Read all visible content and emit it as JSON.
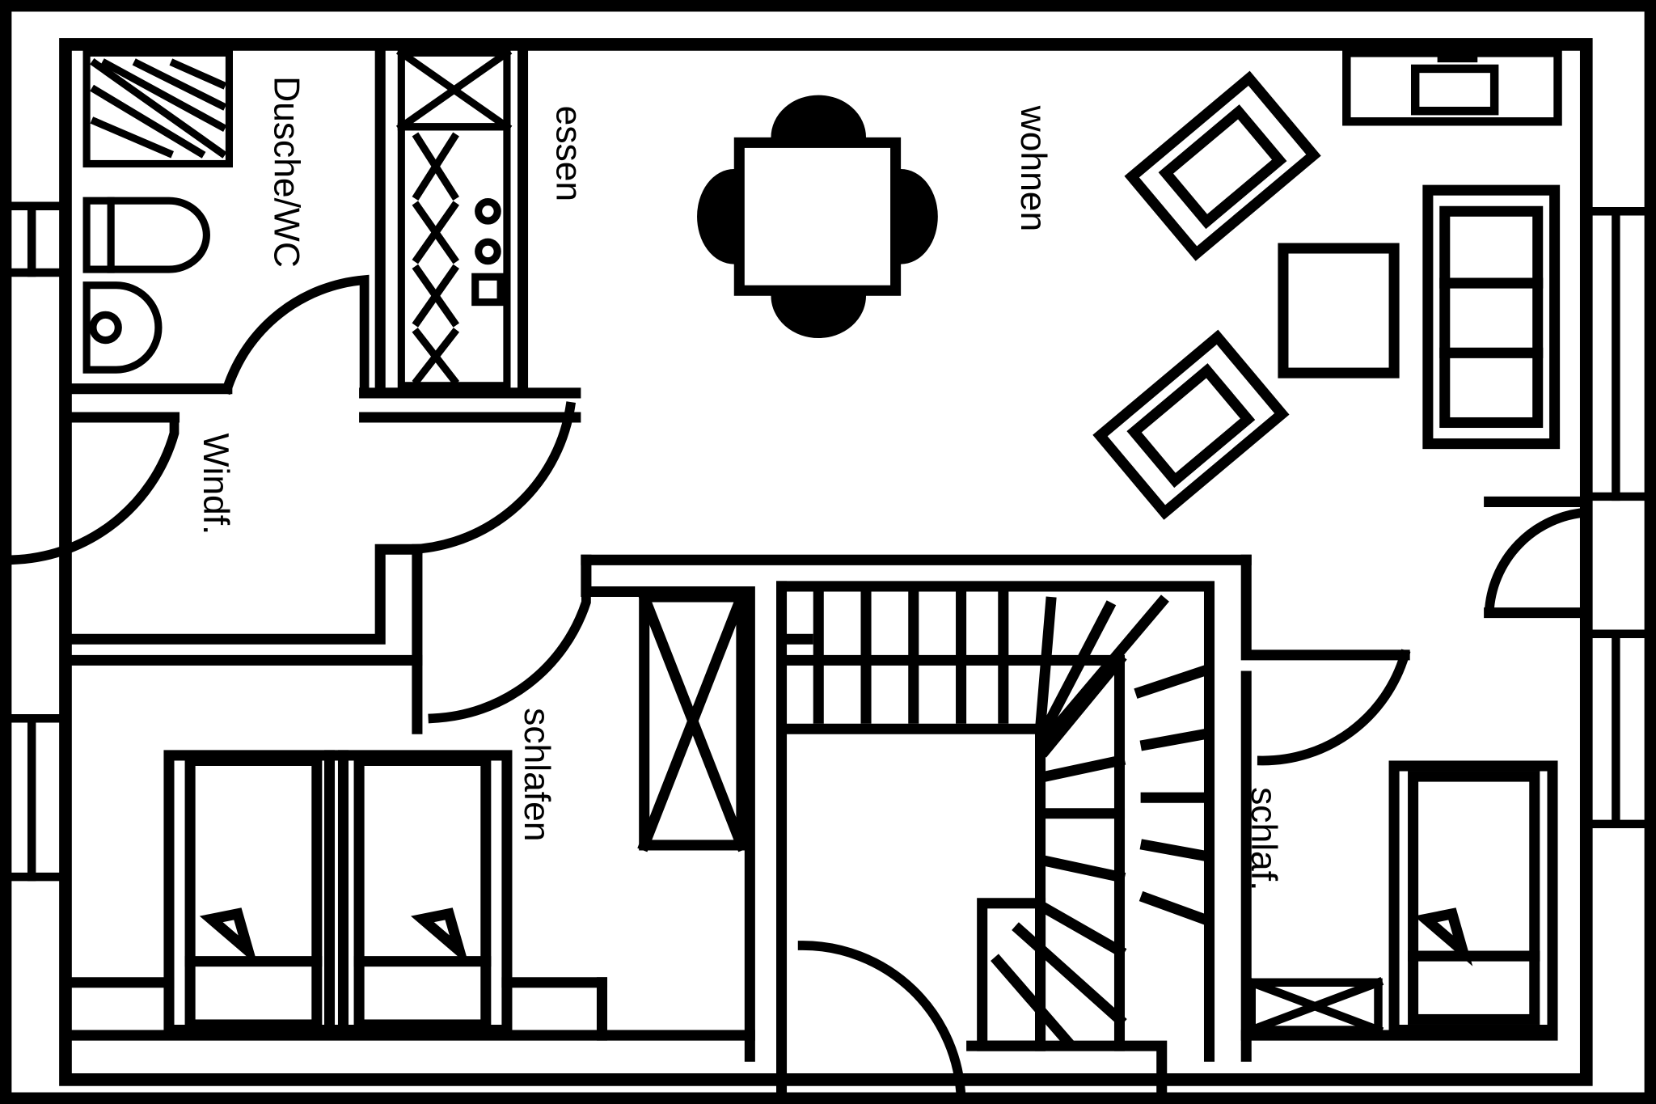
{
  "colors": {
    "ink": "#000000",
    "paper": "#ffffff"
  },
  "rooms": [
    {
      "id": "dusche-wc",
      "label": "Dusche/WC"
    },
    {
      "id": "essen",
      "label": "essen"
    },
    {
      "id": "wohnen",
      "label": "wohnen"
    },
    {
      "id": "windfang",
      "label": "Windf."
    },
    {
      "id": "schlafen",
      "label": "schlafen"
    },
    {
      "id": "schlaf",
      "label": "schlaf."
    }
  ]
}
